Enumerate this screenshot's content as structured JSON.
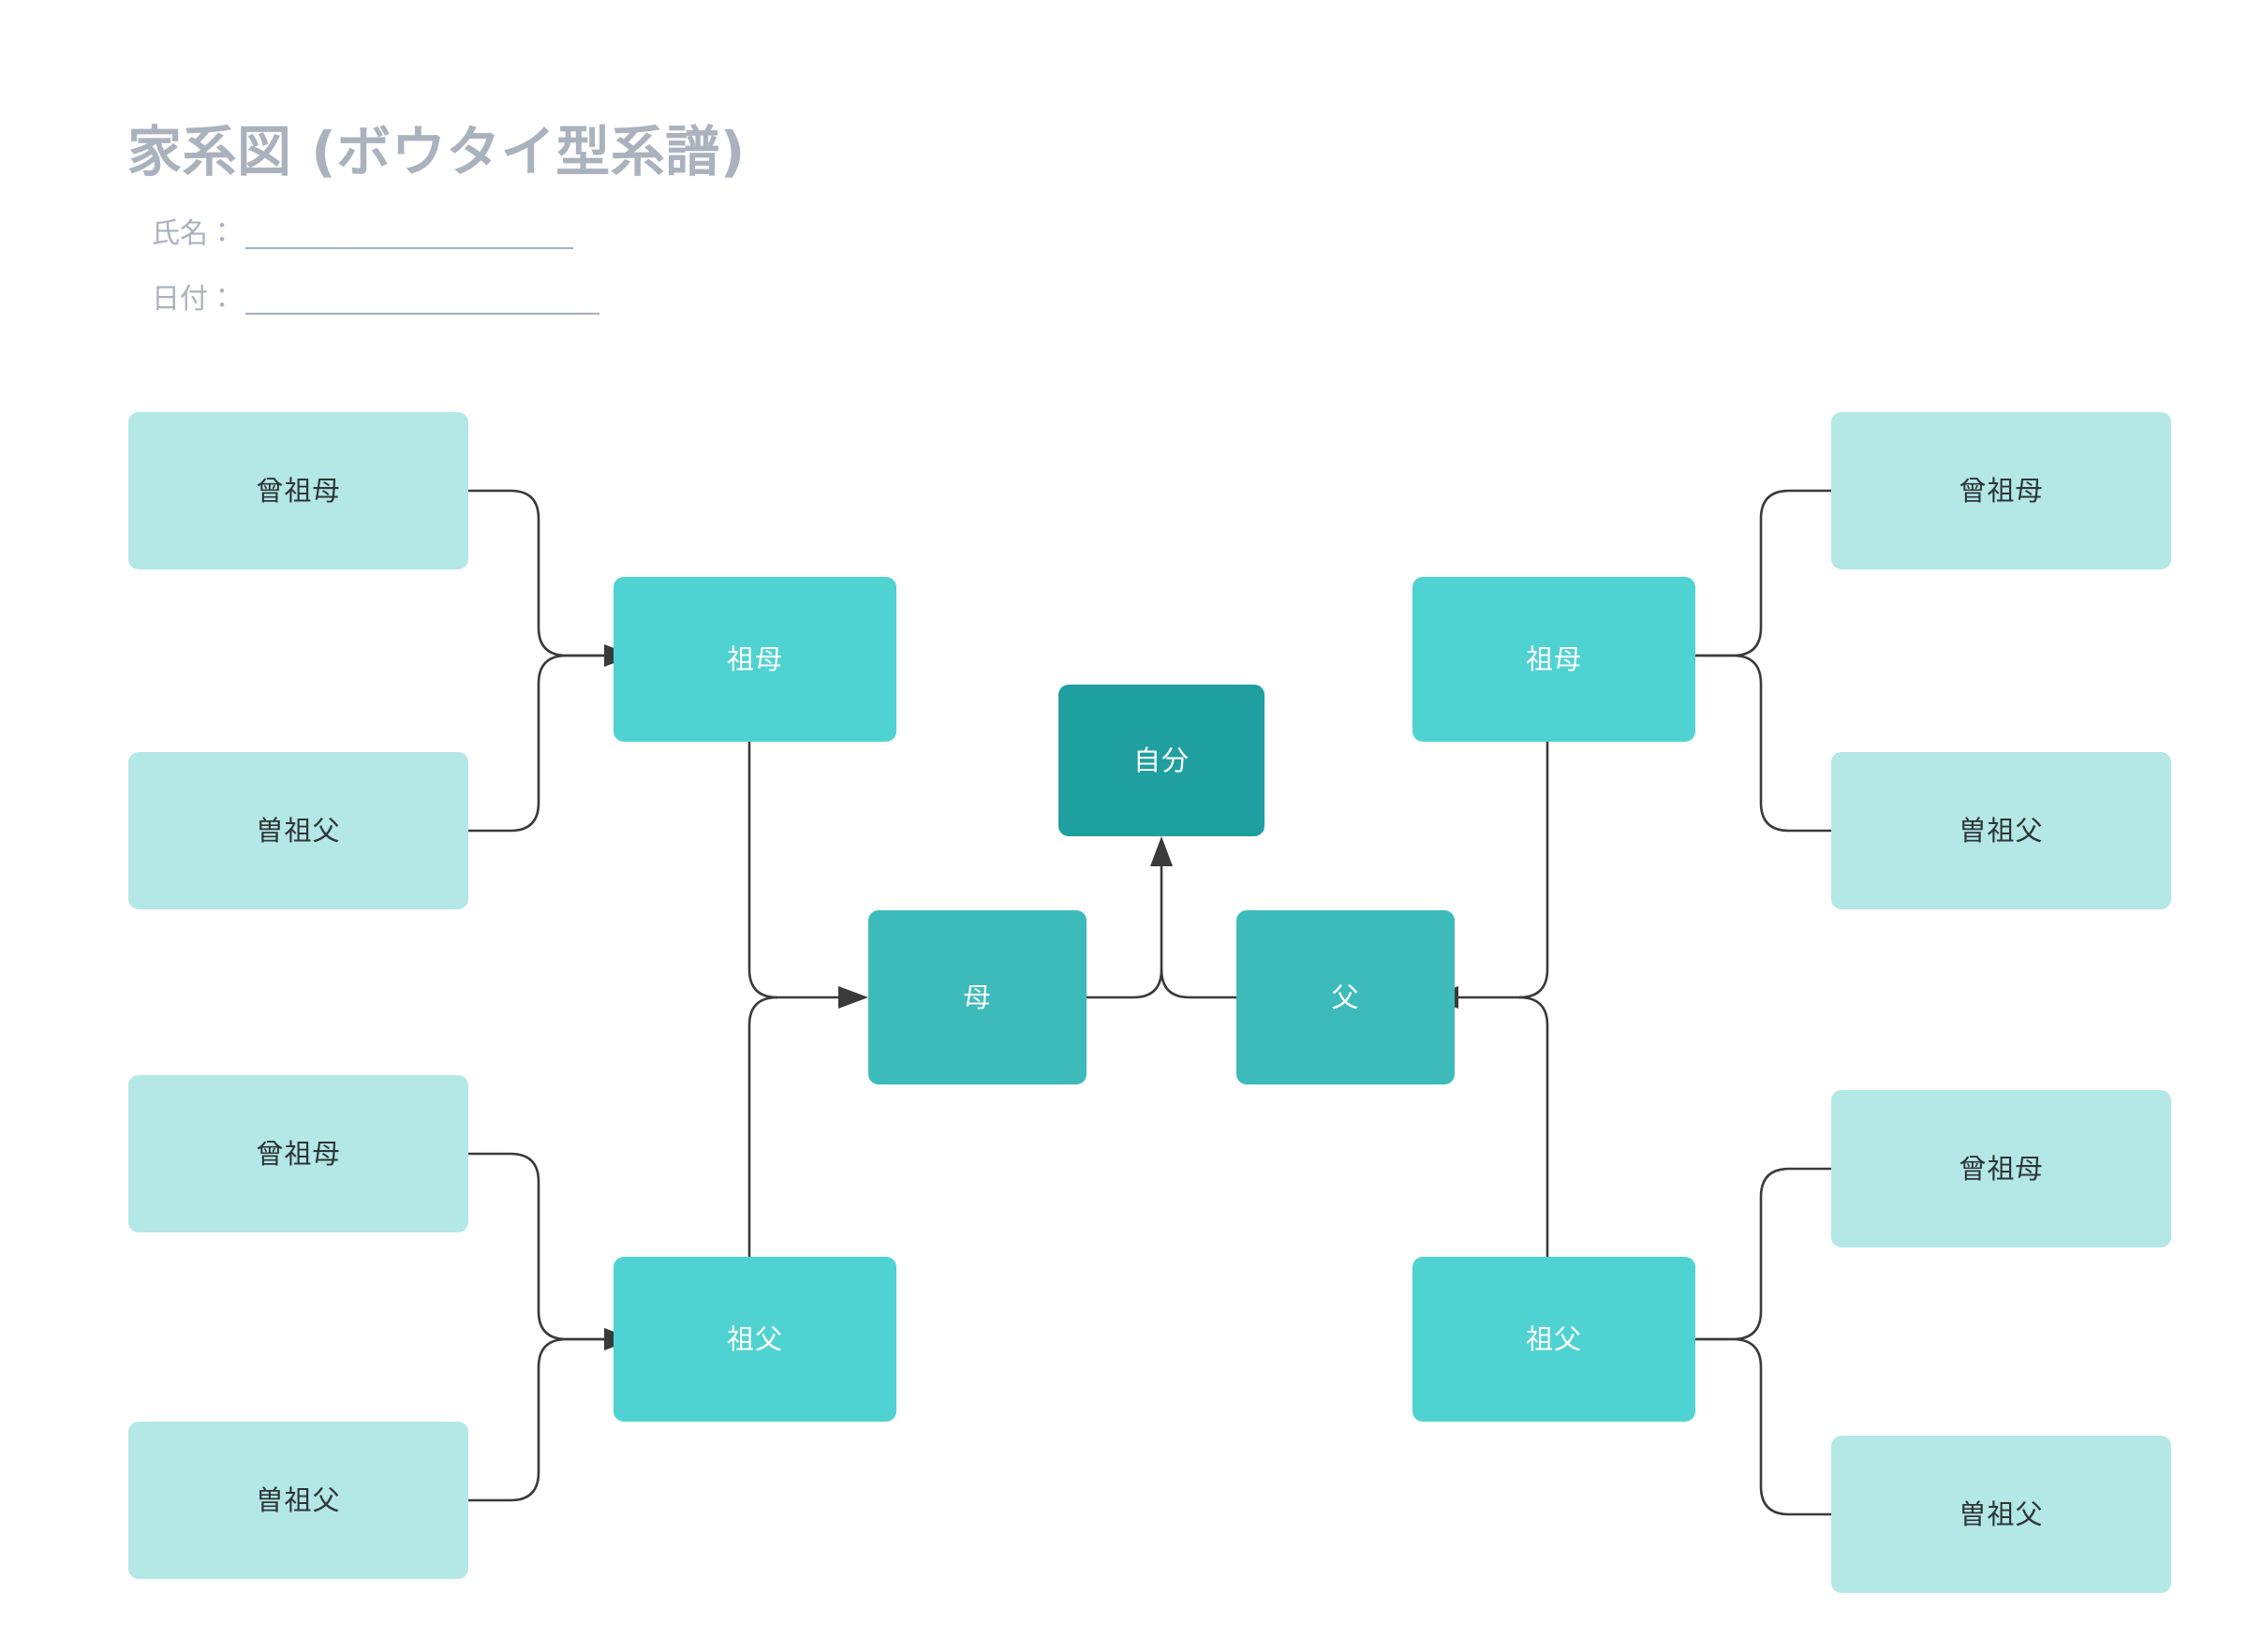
{
  "document": {
    "title": "家系図 (ボウタイ型系譜)"
  },
  "fields": [
    {
      "label": "氏名：",
      "line": "_________________________",
      "value": ""
    },
    {
      "label": "日付：",
      "line": "___________________________",
      "value": ""
    }
  ],
  "colors": {
    "title": "#aab2bd",
    "great_grandparent_box": "#b3e8e6",
    "grandparent_box": "#4fd2d2",
    "parent_box": "#3cbbba",
    "self_box": "#1f9f9f",
    "connector_line": "#3a3a3a",
    "page_background": "#ffffff"
  },
  "nodes": {
    "self": {
      "label": "自分",
      "tier": "self"
    },
    "mother": {
      "label": "母",
      "tier": "parent"
    },
    "father": {
      "label": "父",
      "tier": "parent"
    },
    "maternal_grandmother": {
      "label": "祖母",
      "tier": "grandparent"
    },
    "maternal_grandfather": {
      "label": "祖父",
      "tier": "grandparent"
    },
    "paternal_grandmother": {
      "label": "祖母",
      "tier": "grandparent"
    },
    "paternal_grandfather": {
      "label": "祖父",
      "tier": "grandparent"
    },
    "mgm_mother": {
      "label": "曾祖母",
      "tier": "great-grandparent"
    },
    "mgm_father": {
      "label": "曽祖父",
      "tier": "great-grandparent"
    },
    "mgf_mother": {
      "label": "曾祖母",
      "tier": "great-grandparent"
    },
    "mgf_father": {
      "label": "曽祖父",
      "tier": "great-grandparent"
    },
    "pgm_mother": {
      "label": "曾祖母",
      "tier": "great-grandparent"
    },
    "pgm_father": {
      "label": "曽祖父",
      "tier": "great-grandparent"
    },
    "pgf_mother": {
      "label": "曾祖母",
      "tier": "great-grandparent"
    },
    "pgf_father": {
      "label": "曽祖父",
      "tier": "great-grandparent"
    }
  }
}
